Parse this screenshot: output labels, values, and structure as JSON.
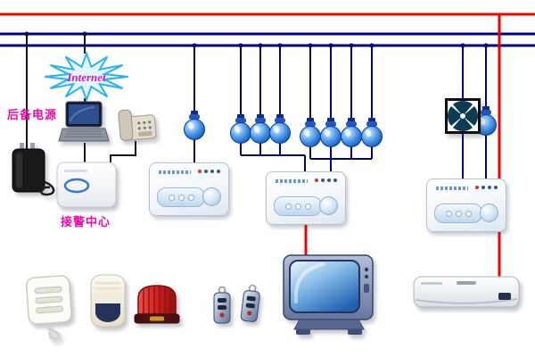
{
  "diagram": {
    "labels": {
      "internet": "Internet",
      "backup_power": "后备电源",
      "alarm_center": "接警中心"
    },
    "colors": {
      "power_bus_red": "#f00000",
      "signal_bus_navy": "#000082",
      "label_magenta": "#ef0ba5",
      "internet_star_stroke": "#2ab3ef",
      "sensor_bulb_blue": "#2356c0",
      "strobe_red": "#cb1d1d"
    },
    "icons": {
      "internet_star": "12-point starburst",
      "sensor_bulb": "blue alarm detector bulb",
      "exhaust_fan": "fan in square frame",
      "power_adapter": "black power brick",
      "laptop": "monitoring laptop",
      "telephone": "desk phone",
      "alarm_center_receiver": "white receiver box",
      "alarm_host_panel": "alarm control panel",
      "wired_siren": "white wired siren",
      "pir_detector": "PIR motion detector",
      "strobe_siren": "red strobe siren",
      "remote_keyfob": "remote control keyfob",
      "tv_monitor": "CRT television",
      "air_conditioner": "split air conditioner indoor unit"
    }
  }
}
